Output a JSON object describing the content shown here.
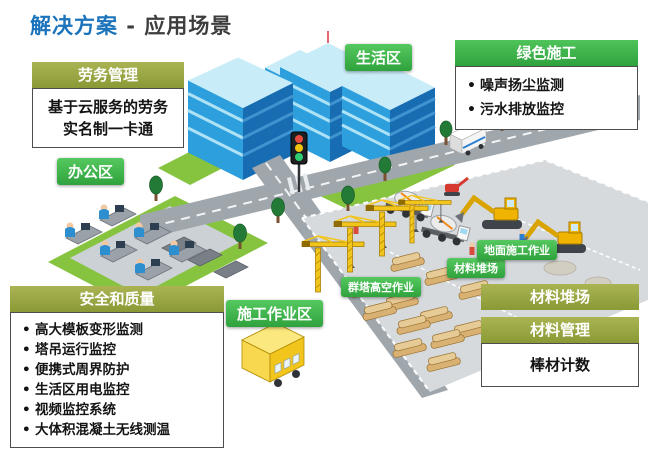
{
  "title": {
    "part1": "解决方案",
    "part2": " - 应用场景"
  },
  "panels": {
    "labor": {
      "header": "劳务管理",
      "line1": "基于云服务的劳务",
      "line2": "实名制一卡通"
    },
    "green_construction": {
      "header": "绿色施工",
      "items": [
        "噪声扬尘监测",
        "污水排放监控"
      ]
    },
    "safety_quality": {
      "header": "安全和质量",
      "items": [
        "高大模板变形监测",
        "塔吊运行监控",
        "便携式周界防护",
        "生活区用电监控",
        "视频监控系统",
        "大体积混凝土无线测温"
      ]
    },
    "material_yard": {
      "header": "材料堆场"
    },
    "material_management": {
      "header": "材料管理",
      "body": "棒材计数"
    }
  },
  "zones": {
    "living": "生活区",
    "office": "办公区",
    "construction": "施工作业区",
    "tower_cranes": "群塔高空作业",
    "material_yard": "材料堆场",
    "ground_work": "地面施工作业"
  },
  "colors": {
    "accent_blue": "#1b74bb",
    "olive_header": "#8f9e3a",
    "green_label": "#3cb04a",
    "building_blue": "#176cb2",
    "crane_yellow": "#f2c51d",
    "text_dark": "#3d3d3d"
  }
}
